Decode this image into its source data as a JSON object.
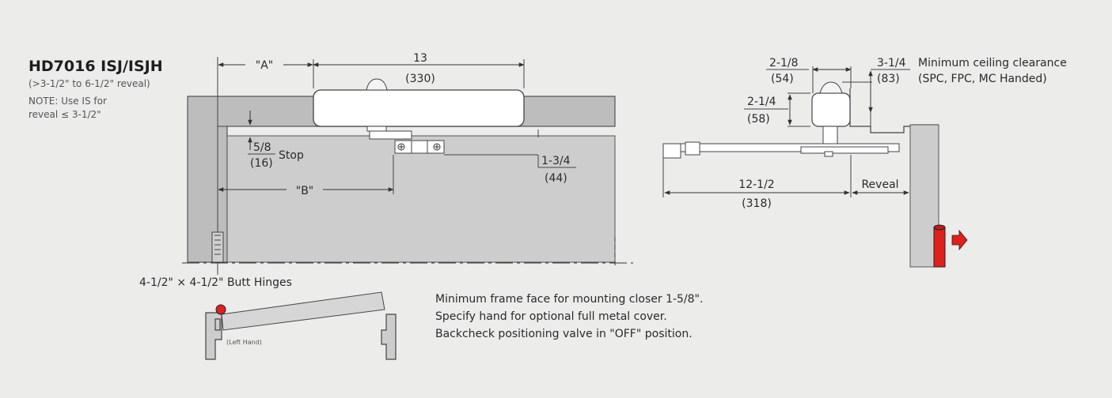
{
  "title": "HD7016 ISJ/ISJH",
  "subtitle": "(>3-1/2\" to 6-1/2\" reveal)",
  "note_lines": [
    "NOTE: Use IS for",
    "reveal ≤ 3-1/2\""
  ],
  "front_view": {
    "dim_a": "\"A\"",
    "dim_b": "\"B\"",
    "dim_13": "13",
    "dim_13_mm": "(330)",
    "dim_stop": "5/8",
    "dim_stop_mm": "(16)",
    "stop_label": "Stop",
    "dim_134": "1-3/4",
    "dim_134_mm": "(44)",
    "hinge_label": "4-1/2\" × 4-1/2\" Butt Hinges"
  },
  "side_view": {
    "dim_218": "2-1/8",
    "dim_218_mm": "(54)",
    "dim_214": "2-1/4",
    "dim_214_mm": "(58)",
    "dim_314": "3-1/4",
    "dim_314_mm": "(83)",
    "ceiling_line1": "Minimum ceiling clearance",
    "ceiling_line2": "(SPC, FPC, MC Handed)",
    "dim_1212": "12-1/2",
    "dim_1212_mm": "(318)",
    "reveal_label": "Reveal"
  },
  "plan_view": {
    "hand_label": "(Left Hand)"
  },
  "notes": [
    "Minimum frame face for mounting closer 1-5/8\".",
    "Specify hand for optional full metal cover.",
    "Backcheck positioning valve in \"OFF\" position."
  ],
  "colors": {
    "background": "#ececeb",
    "frame": "#bdbdbd",
    "door": "#cecece",
    "accent": "#e0201b"
  }
}
